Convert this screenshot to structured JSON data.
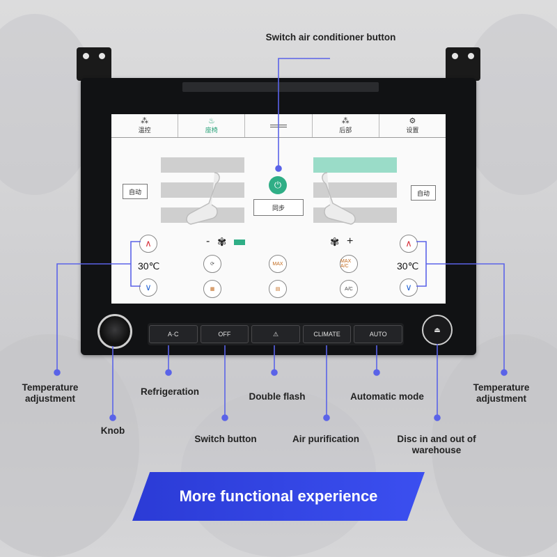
{
  "screen": {
    "tabs": [
      {
        "label": "温控",
        "icon": "air-vent-icon"
      },
      {
        "label": "座椅",
        "icon": "seat-heat-icon"
      },
      {
        "label": "",
        "icon": "menu-icon"
      },
      {
        "label": "后部",
        "icon": "rear-icon"
      },
      {
        "label": "设置",
        "icon": "settings-icon"
      }
    ],
    "auto_left": "自动",
    "auto_right": "自动",
    "sync": "同步",
    "temp_left": "30℃",
    "temp_right": "30℃",
    "fan_minus": "-",
    "fan_plus": "+",
    "modes": [
      "MAX",
      "MAX A/C",
      "A/C"
    ]
  },
  "buttons": {
    "ac": "A·C",
    "off": "OFF",
    "hazard": "⚠",
    "climate": "CLIMATE",
    "auto": "AUTO"
  },
  "callouts": {
    "switch_ac": "Switch air conditioner button",
    "temp_left": "Temperature adjustment",
    "refrigeration": "Refrigeration",
    "double_flash": "Double flash",
    "automatic_mode": "Automatic mode",
    "temp_right": "Temperature adjustment",
    "knob": "Knob",
    "switch_button": "Switch button",
    "air_purification": "Air purification",
    "disc": "Disc in and out of warehouse"
  },
  "banner": "More functional experience",
  "colors": {
    "accent": "#2fae86",
    "callout_line": "#5a63e8",
    "banner": "#2b3bd6"
  }
}
